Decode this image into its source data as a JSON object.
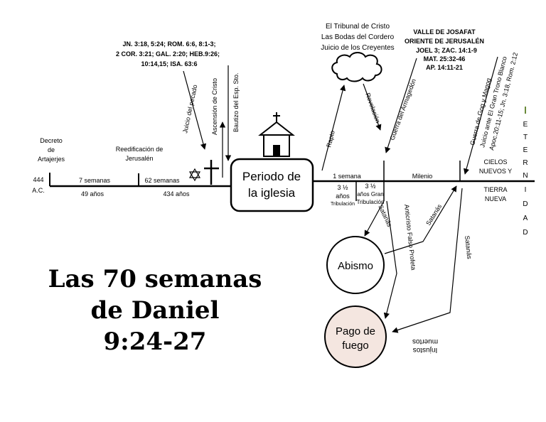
{
  "title": {
    "line1": "Las 70 semanas",
    "line2": "de Daniel",
    "line3": "9:24-27"
  },
  "timeline": {
    "start_year": "444",
    "start_era": "A.C.",
    "decree": [
      "Decreto",
      "de",
      "Artajerjes"
    ],
    "rebuild": [
      "Reedificación de",
      "Jerusalén"
    ],
    "seven_weeks": "7 semanas",
    "forty_nine_years": "49 años",
    "sixty_two_weeks": "62 semanas",
    "four_hundred_thirty_four_years": "434 años",
    "crucifixion_refs": [
      "JN. 3:18, 5:24; ROM. 6:6, 8:1-3;",
      "2 COR. 3:21; GAL. 2:20; HEB.9:26;",
      "10:14,15; ISA. 63:6"
    ],
    "judgment_of_sin": "Juicio del pecado",
    "ascension": "Ascensión de Cristo",
    "baptism_spirit": "Bautizo del Esp. Sto.",
    "church_period": [
      "Periodo de",
      "la iglesia"
    ],
    "rapture": "Rapto",
    "one_week": "1 semana",
    "three_half_years": [
      "3 ½",
      "años",
      "Tribulación"
    ],
    "three_half_great": [
      "3 ½",
      "años Gran",
      "Tribulación"
    ],
    "millennium": "Milenio",
    "heaven_tribunal": [
      "El Tribunal de Cristo",
      "Las Bodas del Cordero",
      "Juicio de los Creyentes"
    ],
    "revelation": "Revelación",
    "armageddon": "Guerra del Armagedón",
    "josaphat": [
      "VALLE DE JOSAFAT",
      "ORIENTE DE JERUSALÉN",
      "JOEL 3; ZAC. 14:1-9",
      "MAT. 25:32-46",
      "AP. 14:11-21"
    ],
    "gog_magog": "Guerra de Gog y Magog",
    "white_throne": "Juicio ante El Gran Trono Blanco",
    "white_throne_refs": "Apoc.20:11-15; Jn. 3:18, Rom. 2:12",
    "new_heavens": [
      "CIELOS",
      "NUEVOS Y"
    ],
    "new_earth": [
      "TIERRA",
      "NUEVA"
    ],
    "eternity": [
      "E",
      "T",
      "E",
      "R",
      "N",
      "I",
      "D",
      "A",
      "D"
    ],
    "satan_down": "Satanás",
    "satan_up": "Satanás",
    "satan_right": "Satanás",
    "antichrist": "Anticristo Falso Profeta",
    "abyss": "Abismo",
    "lake_of_fire": [
      "Pago de",
      "fuego"
    ],
    "unjust_dead": [
      "Injustos",
      "muertos"
    ]
  }
}
